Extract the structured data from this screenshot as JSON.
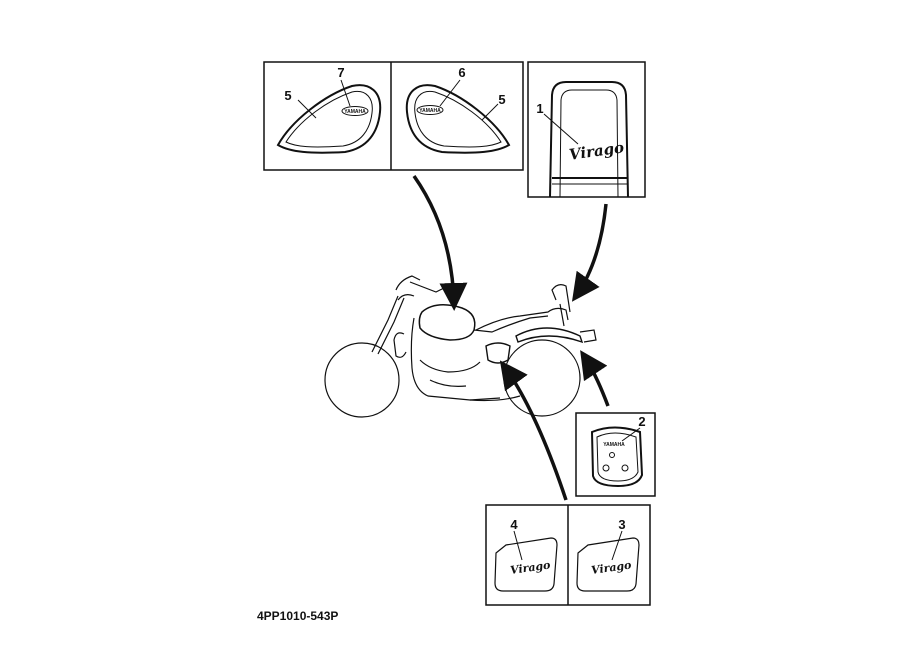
{
  "part_code": "4PP1010-543P",
  "callouts": {
    "n1": "1",
    "n2": "2",
    "n3": "3",
    "n4": "4",
    "n5_left": "5",
    "n5_right": "5",
    "n6": "6",
    "n7": "7"
  },
  "logo_text": "YAMAHA",
  "script_text": "Virago"
}
